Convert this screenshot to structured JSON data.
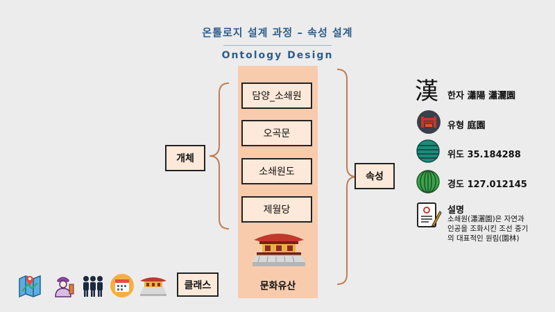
{
  "title": "온톨로지 설계 과정 – 속성 설계",
  "subtitle": "Ontology  Design",
  "left_label": "개체",
  "right_label": "속성",
  "class_label": "클래스",
  "instances": [
    "담양_소쇄원",
    "오곡문",
    "소쇄원도",
    "제월당"
  ],
  "column_caption": "문화유산",
  "properties": {
    "hanja": {
      "icon_glyph": "漢",
      "text": "한자 瀟陽 瀟灑園"
    },
    "type": {
      "text": "유형 庭園"
    },
    "latitude": {
      "text": "위도 35.184288"
    },
    "longitude": {
      "text": "경도 127.012145"
    },
    "description": {
      "title": "설명",
      "body": "소쇄원(瀟灑園)은 자연과 인공을 조화시킨 조선 중기의 대표적인 원림(園林)"
    }
  },
  "colors": {
    "column_fill": "#f8cbad",
    "box_fill": "#fde9d9",
    "brace": "#c27c4e",
    "title": "#2e5d8a"
  }
}
